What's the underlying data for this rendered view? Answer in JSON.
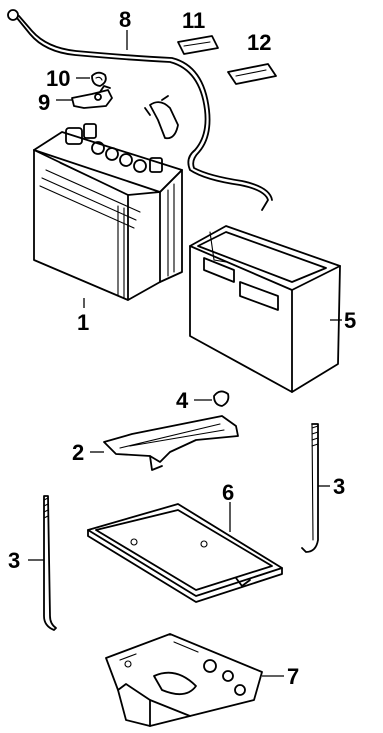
{
  "diagram": {
    "callouts": [
      {
        "id": "1",
        "label": "1"
      },
      {
        "id": "2",
        "label": "2"
      },
      {
        "id": "3a",
        "label": "3"
      },
      {
        "id": "3b",
        "label": "3"
      },
      {
        "id": "4",
        "label": "4"
      },
      {
        "id": "5",
        "label": "5"
      },
      {
        "id": "6",
        "label": "6"
      },
      {
        "id": "7",
        "label": "7"
      },
      {
        "id": "8",
        "label": "8"
      },
      {
        "id": "9",
        "label": "9"
      },
      {
        "id": "10",
        "label": "10"
      },
      {
        "id": "11",
        "label": "11"
      },
      {
        "id": "12",
        "label": "12"
      }
    ],
    "colors": {
      "ink": "#000000",
      "paper": "#ffffff"
    }
  }
}
